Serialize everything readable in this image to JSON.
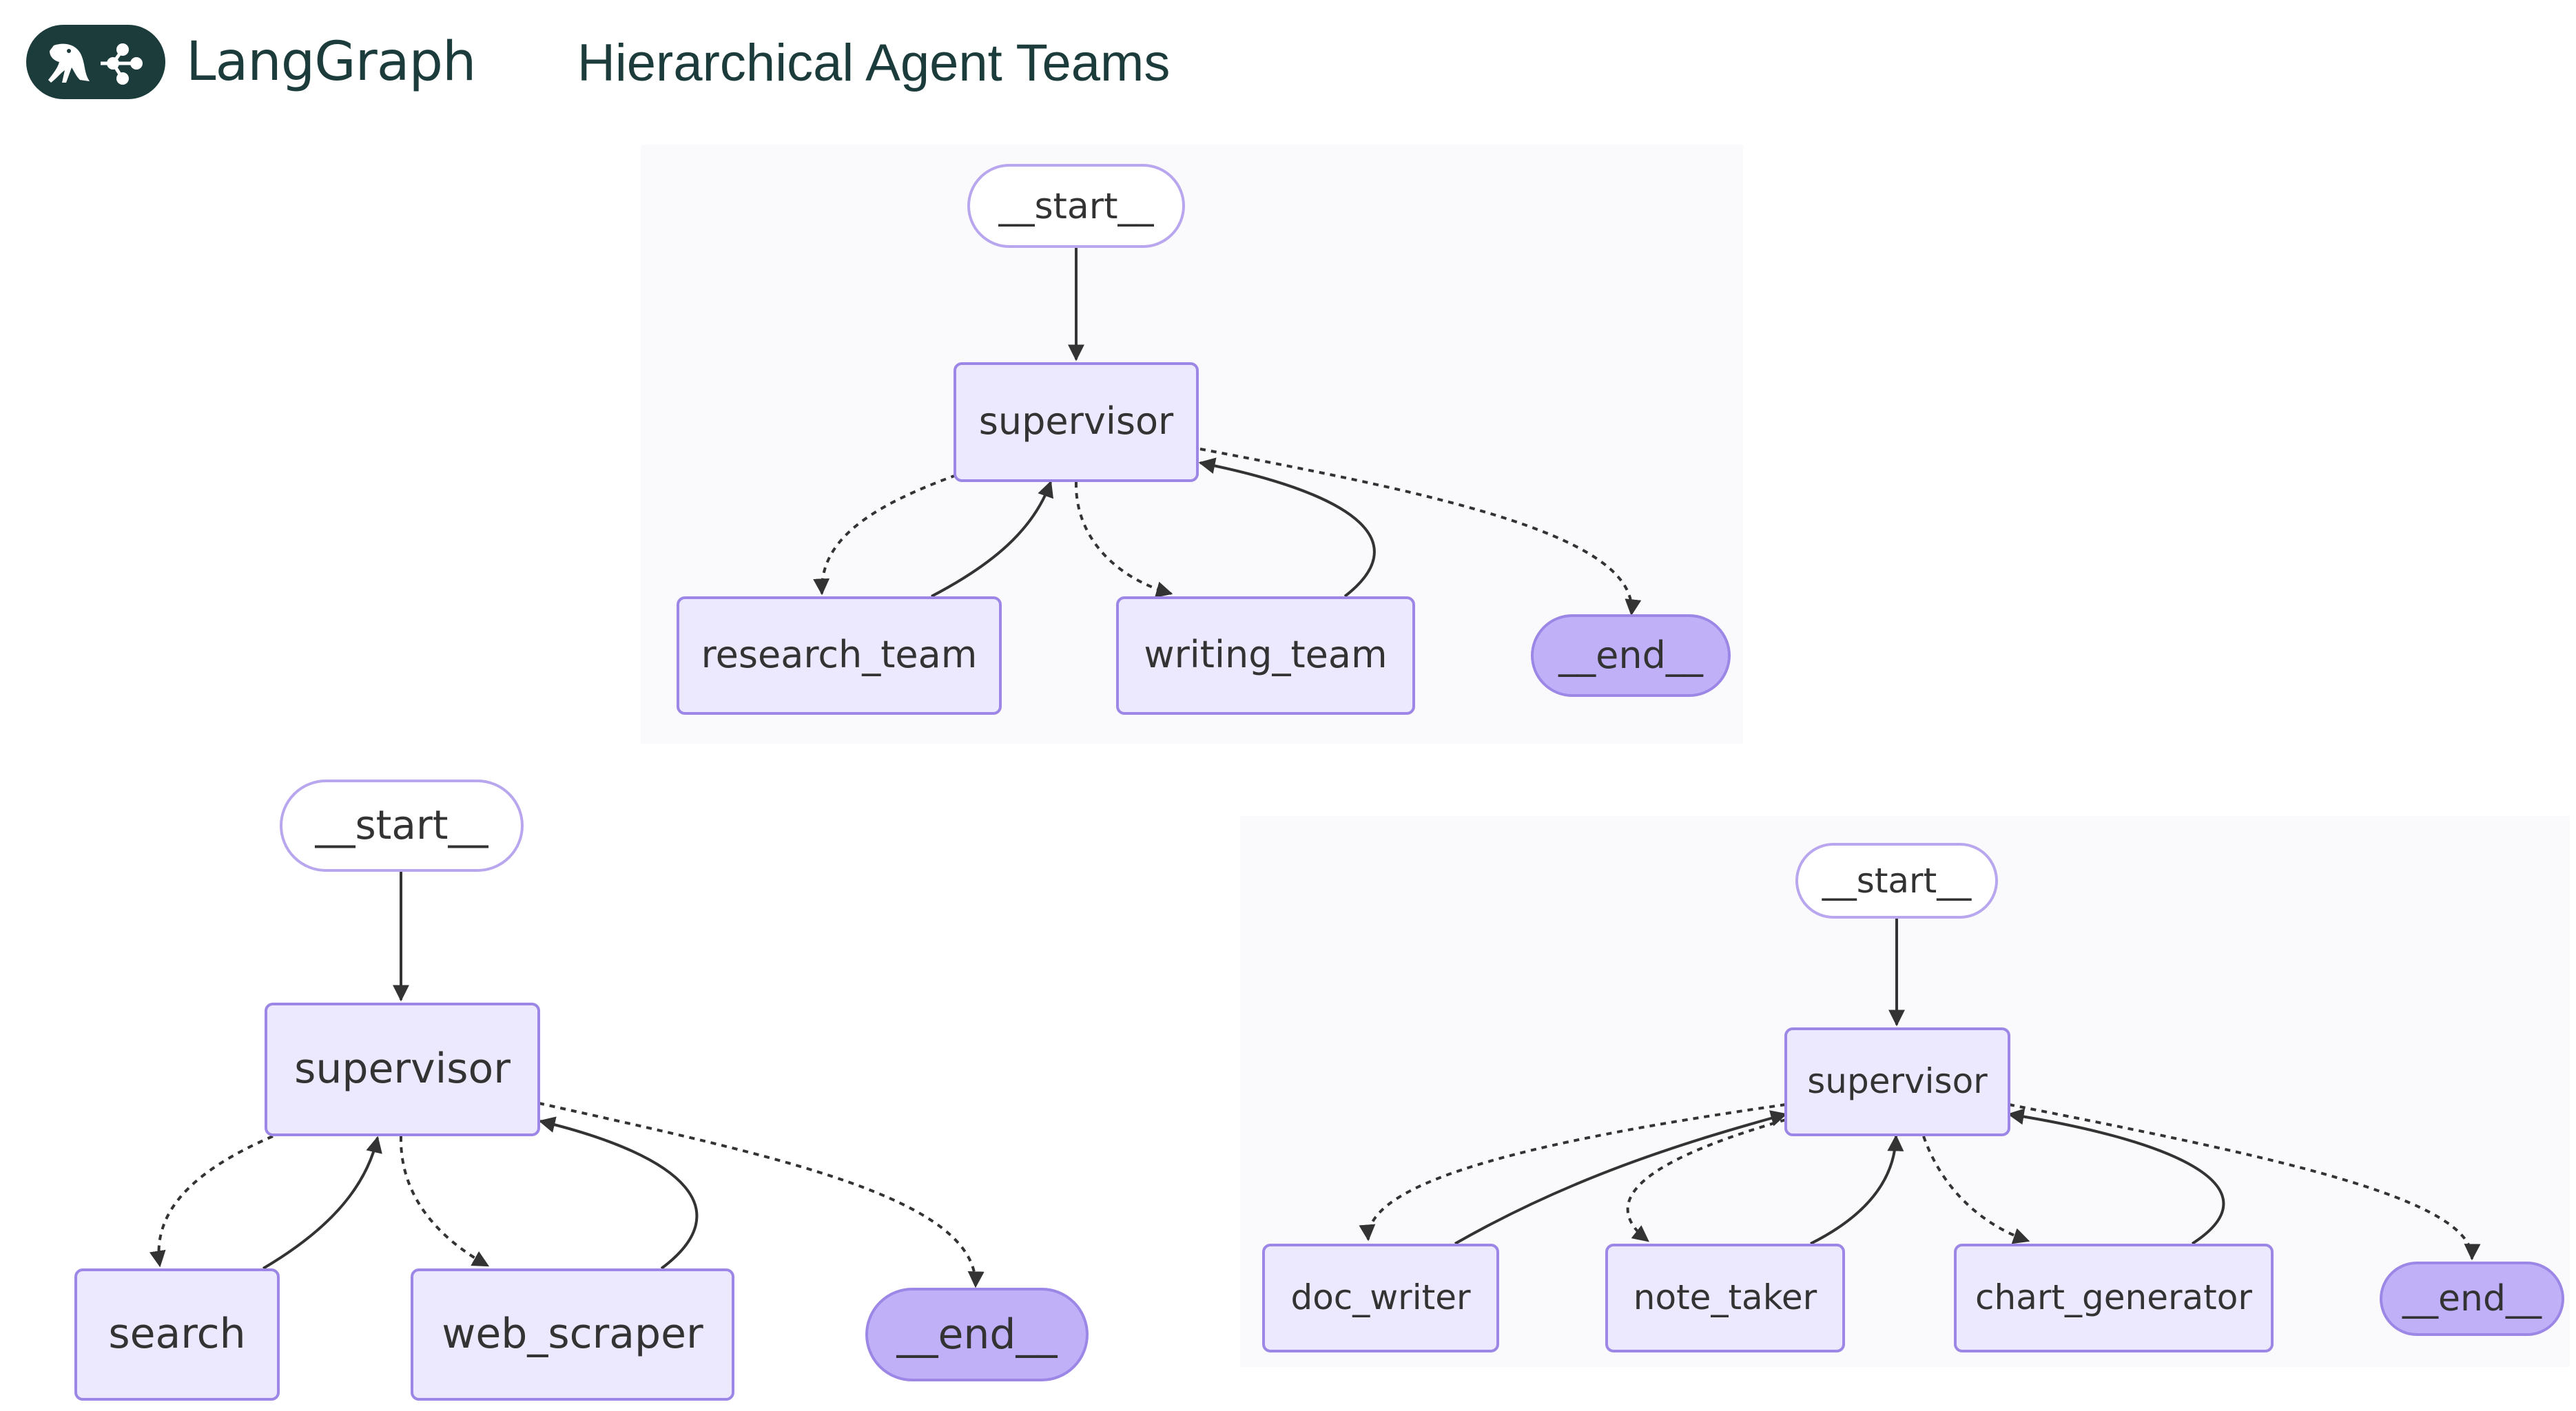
{
  "header": {
    "brand": "LangGraph",
    "title": "Hierarchical Agent Teams"
  },
  "icons": {
    "logo": "parrot-and-graph-logo-icon"
  },
  "colors": {
    "node_fill": "#ECE8FD",
    "node_stroke": "#9C86E6",
    "end_fill": "#BFB0F8",
    "edge": "#333333",
    "panel": "#FAFAFC",
    "brand_dark": "#1C3C3C"
  },
  "graphs": {
    "top_level": {
      "start": "__start__",
      "supervisor": "supervisor",
      "nodes": [
        "research_team",
        "writing_team"
      ],
      "end": "__end__"
    },
    "research_team": {
      "start": "__start__",
      "supervisor": "supervisor",
      "nodes": [
        "search",
        "web_scraper"
      ],
      "end": "__end__"
    },
    "writing_team": {
      "start": "__start__",
      "supervisor": "supervisor",
      "nodes": [
        "doc_writer",
        "note_taker",
        "chart_generator"
      ],
      "end": "__end__"
    }
  }
}
